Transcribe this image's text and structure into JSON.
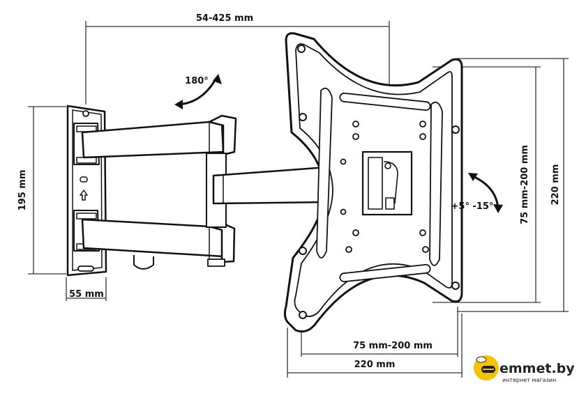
{
  "dimensions": {
    "arm_extension": "54-425 mm",
    "rotation": "180°",
    "tilt": "+5° -15°",
    "wall_plate_height": "195 mm",
    "wall_plate_width": "55 mm",
    "vesa_horizontal": "75 mm-200 mm",
    "vesa_vertical": "75 mm-200 mm",
    "plate_width": "220 mm",
    "plate_height": "220 mm"
  },
  "logo": {
    "name": "emmet.by",
    "tagline": "интернет магазин",
    "accent_color": "#f5c400"
  },
  "colors": {
    "line": "#111111",
    "dimension_line": "#333333"
  }
}
